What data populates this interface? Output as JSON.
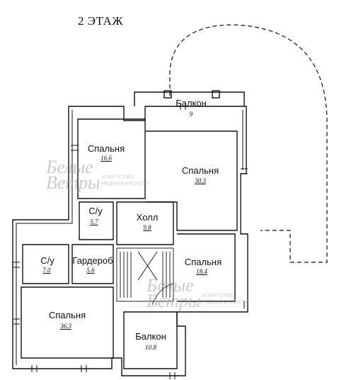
{
  "floor_title": "2 ЭТАЖ",
  "rooms": {
    "balcony_top": {
      "name": "Балкон",
      "area": "9"
    },
    "bedroom_nw": {
      "name": "Спальня",
      "area": "16.6"
    },
    "bedroom_ne": {
      "name": "Спальня",
      "area": "30.3"
    },
    "bath_upper": {
      "name": "С/у",
      "area": "5.7"
    },
    "hall": {
      "name": "Холл",
      "area": "9.8"
    },
    "bath_lower": {
      "name": "С/у",
      "area": "7.0"
    },
    "wardrobe": {
      "name": "Гардероб",
      "area": "5.6"
    },
    "bedroom_e": {
      "name": "Спальня",
      "area": "18.4"
    },
    "bedroom_sw": {
      "name": "Спальня",
      "area": "36.3"
    },
    "balcony_bottom": {
      "name": "Балкон",
      "area": "10.8"
    }
  },
  "watermark": {
    "brand_line1": "Белые",
    "brand_line2": "Ветры",
    "tagline1": "АГЕНТСТВО",
    "tagline2": "НЕДВИЖИМОСТИ"
  }
}
